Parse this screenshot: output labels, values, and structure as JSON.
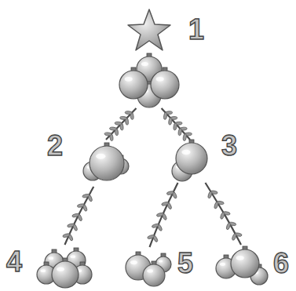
{
  "diagram": {
    "nodes": [
      {
        "text": [
          "1"
        ]
      },
      {
        "text": [
          "2"
        ]
      },
      {
        "text": [
          "3"
        ]
      },
      {
        "text": [
          "4"
        ]
      },
      {
        "text": [
          "5"
        ]
      },
      {
        "text": [
          "6"
        ]
      }
    ],
    "edges": [
      {
        "from": 0,
        "to": 1,
        "arrow": "none"
      },
      {
        "from": 0,
        "to": 2,
        "arrow": "none"
      },
      {
        "from": 1,
        "to": 3,
        "arrow": "none"
      },
      {
        "from": 2,
        "to": 4,
        "arrow": "none"
      },
      {
        "from": 2,
        "to": 5,
        "arrow": "none"
      }
    ]
  }
}
